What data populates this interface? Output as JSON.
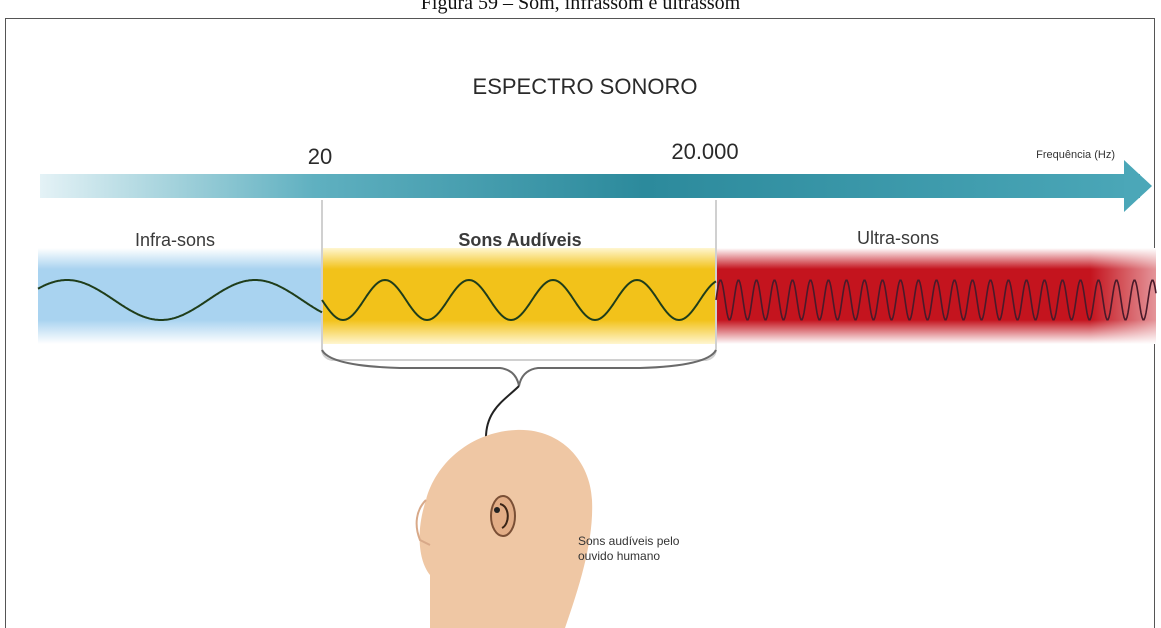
{
  "caption": "Figura 59 – Som, infrassom e ultrassom",
  "diagram": {
    "title": "ESPECTRO SONORO",
    "axis": {
      "label": "Frequência (Hz)",
      "tick_low": "20",
      "tick_high": "20.000"
    },
    "bands": [
      {
        "id": "infra",
        "label": "Infra-sons"
      },
      {
        "id": "audible",
        "label": "Sons Audíveis"
      },
      {
        "id": "ultra",
        "label": "Ultra-sons"
      }
    ],
    "ear_note_line1": "Sons audíveis pelo",
    "ear_note_line2": "ouvido humano"
  },
  "colors": {
    "arrow_dark": "#2c8a9c",
    "arrow_light": "#cfe7ee",
    "infra_fill": "#a9d3f0",
    "audible_fill": "#f2c21a",
    "ultra_fill": "#c4141e",
    "wave": "#1f3d1a",
    "skin": "#efc7a4"
  }
}
